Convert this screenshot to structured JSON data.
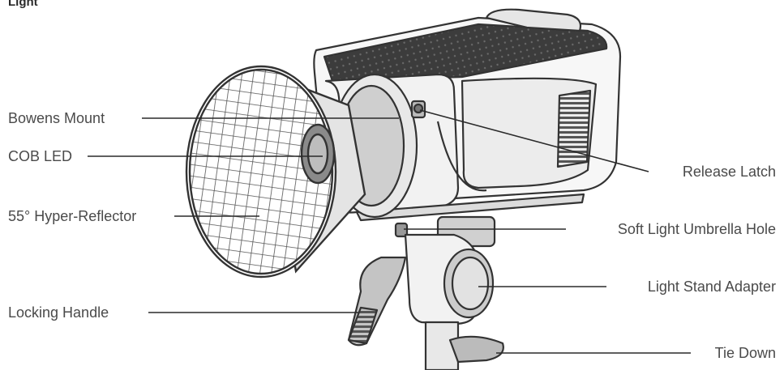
{
  "header": {
    "title": "Light"
  },
  "labels": {
    "left": [
      {
        "id": "bowens-mount",
        "text": "Bowens Mount"
      },
      {
        "id": "cob-led",
        "text": "COB LED"
      },
      {
        "id": "hyper-reflector",
        "text": "55° Hyper-Reflector"
      },
      {
        "id": "locking-handle",
        "text": "Locking Handle"
      }
    ],
    "right": [
      {
        "id": "release-latch",
        "text": "Release Latch"
      },
      {
        "id": "umbrella-hole",
        "text": "Soft Light Umbrella Hole"
      },
      {
        "id": "stand-adapter",
        "text": "Light Stand Adapter"
      },
      {
        "id": "tie-down",
        "text": "Tie Down"
      }
    ]
  }
}
